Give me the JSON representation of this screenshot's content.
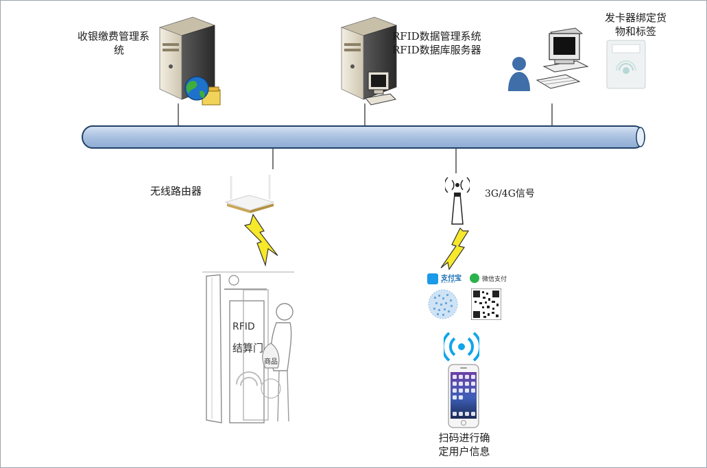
{
  "nodes": {
    "billing_server": {
      "label_line1": "收银缴费管理系",
      "label_line2": "统"
    },
    "rfid_server": {
      "label_line1": "RFID数据管理系统",
      "label_line2": "RFID数据库服务器"
    },
    "card_issuer": {
      "label_line1": "发卡器绑定货",
      "label_line2": "物和标签"
    },
    "wireless_router": {
      "label": "无线路由器"
    },
    "cell_signal": {
      "label": "3G/4G信号"
    },
    "scan_user": {
      "label_line1": "扫码进行确",
      "label_line2": "定用户信息"
    }
  },
  "gate": {
    "title": "RFID",
    "subtitle": "结算门",
    "goods": "商品"
  },
  "payment": {
    "alipay_cn": "支付宝",
    "alipay_en": "ALIPAY",
    "wechat": "微信支付"
  },
  "colors": {
    "bus": "#aac2e2",
    "bus_edge": "#1f3f66",
    "bolt": "#f6e82a",
    "wifi": "#11a5e8"
  },
  "icons": [
    "tower-server-icon",
    "globe-icon",
    "computer-icon",
    "user-icon",
    "card-reader-icon",
    "router-icon",
    "antenna-icon",
    "lightning-icon",
    "qr-code-icon",
    "wifi-icon",
    "smartphone-icon"
  ]
}
